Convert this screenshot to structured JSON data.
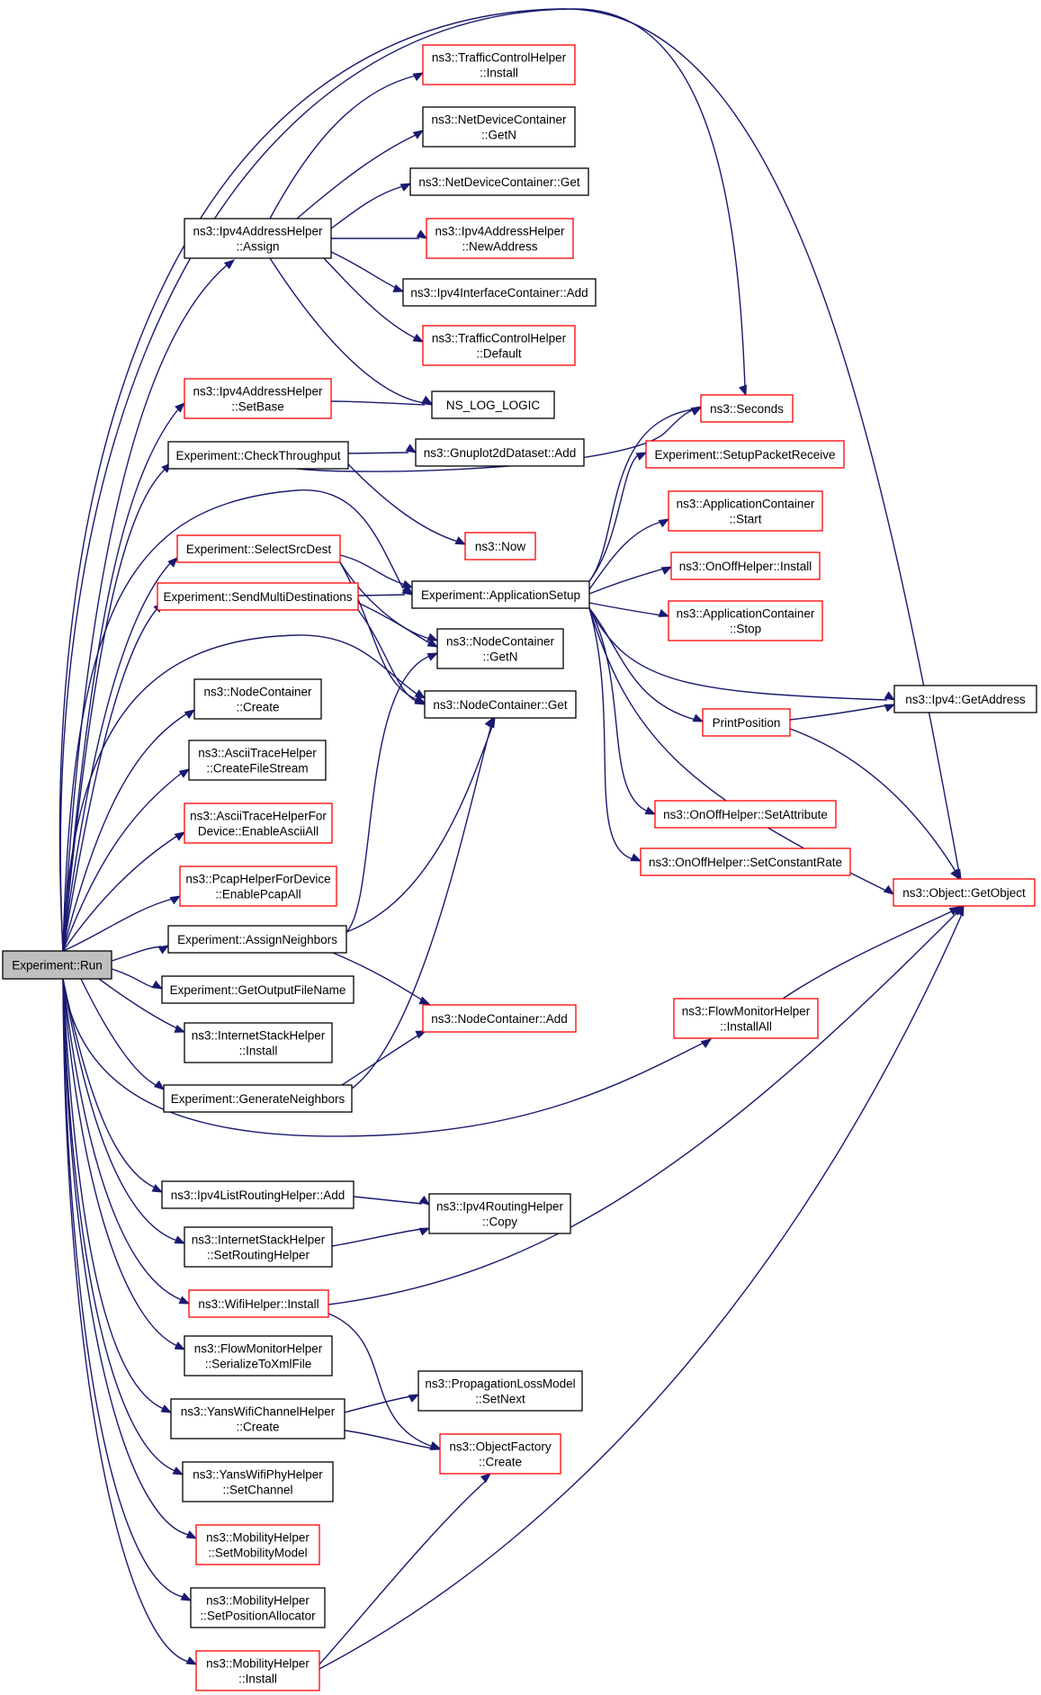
{
  "colors": {
    "edge": "#191970",
    "border_normal": "#000000",
    "border_truncated": "#ff0000",
    "root_fill": "#bfbfbf",
    "node_fill": "#ffffff"
  },
  "nodes": [
    {
      "id": "run",
      "lines": [
        "Experiment::Run"
      ],
      "style": "root"
    },
    {
      "id": "ipv4addr_assign",
      "lines": [
        "ns3::Ipv4AddressHelper",
        "::Assign"
      ],
      "style": "normal"
    },
    {
      "id": "ipv4addr_setbase",
      "lines": [
        "ns3::Ipv4AddressHelper",
        "::SetBase"
      ],
      "style": "truncated"
    },
    {
      "id": "checkthroughput",
      "lines": [
        "Experiment::CheckThroughput"
      ],
      "style": "normal"
    },
    {
      "id": "selectsrcdest",
      "lines": [
        "Experiment::SelectSrcDest"
      ],
      "style": "truncated"
    },
    {
      "id": "sendmulti",
      "lines": [
        "Experiment::SendMultiDestinations"
      ],
      "style": "truncated"
    },
    {
      "id": "nc_create",
      "lines": [
        "ns3::NodeContainer",
        "::Create"
      ],
      "style": "normal"
    },
    {
      "id": "ascii_createfile",
      "lines": [
        "ns3::AsciiTraceHelper",
        "::CreateFileStream"
      ],
      "style": "normal"
    },
    {
      "id": "ascii_enableall",
      "lines": [
        "ns3::AsciiTraceHelperFor",
        "Device::EnableAsciiAll"
      ],
      "style": "truncated"
    },
    {
      "id": "pcap_enableall",
      "lines": [
        "ns3::PcapHelperForDevice",
        "::EnablePcapAll"
      ],
      "style": "truncated"
    },
    {
      "id": "assignneighbors",
      "lines": [
        "Experiment::AssignNeighbors"
      ],
      "style": "normal"
    },
    {
      "id": "getoutputfilename",
      "lines": [
        "Experiment::GetOutputFileName"
      ],
      "style": "normal"
    },
    {
      "id": "internetstack_install",
      "lines": [
        "ns3::InternetStackHelper",
        "::Install"
      ],
      "style": "normal"
    },
    {
      "id": "generateneighbors",
      "lines": [
        "Experiment::GenerateNeighbors"
      ],
      "style": "normal"
    },
    {
      "id": "ipv4list_add",
      "lines": [
        "ns3::Ipv4ListRoutingHelper::Add"
      ],
      "style": "normal"
    },
    {
      "id": "internetstack_setrouting",
      "lines": [
        "ns3::InternetStackHelper",
        "::SetRoutingHelper"
      ],
      "style": "normal"
    },
    {
      "id": "wifi_install",
      "lines": [
        "ns3::WifiHelper::Install"
      ],
      "style": "truncated"
    },
    {
      "id": "flowmon_serialize",
      "lines": [
        "ns3::FlowMonitorHelper",
        "::SerializeToXmlFile"
      ],
      "style": "normal"
    },
    {
      "id": "yanschannel_create",
      "lines": [
        "ns3::YansWifiChannelHelper",
        "::Create"
      ],
      "style": "normal"
    },
    {
      "id": "yansphy_setchannel",
      "lines": [
        "ns3::YansWifiPhyHelper",
        "::SetChannel"
      ],
      "style": "normal"
    },
    {
      "id": "mobility_setmodel",
      "lines": [
        "ns3::MobilityHelper",
        "::SetMobilityModel"
      ],
      "style": "truncated"
    },
    {
      "id": "mobility_setalloc",
      "lines": [
        "ns3::MobilityHelper",
        "::SetPositionAllocator"
      ],
      "style": "normal"
    },
    {
      "id": "mobility_install",
      "lines": [
        "ns3::MobilityHelper",
        "::Install"
      ],
      "style": "truncated"
    },
    {
      "id": "tch_install",
      "lines": [
        "ns3::TrafficControlHelper",
        "::Install"
      ],
      "style": "truncated"
    },
    {
      "id": "ndc_getn",
      "lines": [
        "ns3::NetDeviceContainer",
        "::GetN"
      ],
      "style": "normal"
    },
    {
      "id": "ndc_get",
      "lines": [
        "ns3::NetDeviceContainer::Get"
      ],
      "style": "normal"
    },
    {
      "id": "ipv4addr_newaddress",
      "lines": [
        "ns3::Ipv4AddressHelper",
        "::NewAddress"
      ],
      "style": "truncated"
    },
    {
      "id": "ipv4ic_add",
      "lines": [
        "ns3::Ipv4InterfaceContainer::Add"
      ],
      "style": "normal"
    },
    {
      "id": "tch_default",
      "lines": [
        "ns3::TrafficControlHelper",
        "::Default"
      ],
      "style": "truncated"
    },
    {
      "id": "ns_log_logic",
      "lines": [
        "NS_LOG_LOGIC"
      ],
      "style": "normal"
    },
    {
      "id": "gnuplot_add",
      "lines": [
        "ns3::Gnuplot2dDataset::Add"
      ],
      "style": "normal"
    },
    {
      "id": "now",
      "lines": [
        "ns3::Now"
      ],
      "style": "truncated"
    },
    {
      "id": "appsetup",
      "lines": [
        "Experiment::ApplicationSetup"
      ],
      "style": "normal"
    },
    {
      "id": "nc_getn",
      "lines": [
        "ns3::NodeContainer",
        "::GetN"
      ],
      "style": "normal"
    },
    {
      "id": "nc_get",
      "lines": [
        "ns3::NodeContainer::Get"
      ],
      "style": "normal"
    },
    {
      "id": "nc_add",
      "lines": [
        "ns3::NodeContainer::Add"
      ],
      "style": "truncated"
    },
    {
      "id": "ipv4rh_copy",
      "lines": [
        "ns3::Ipv4RoutingHelper",
        "::Copy"
      ],
      "style": "normal"
    },
    {
      "id": "plm_setnext",
      "lines": [
        "ns3::PropagationLossModel",
        "::SetNext"
      ],
      "style": "normal"
    },
    {
      "id": "objfactory_create",
      "lines": [
        "ns3::ObjectFactory",
        "::Create"
      ],
      "style": "truncated"
    },
    {
      "id": "seconds",
      "lines": [
        "ns3::Seconds"
      ],
      "style": "truncated"
    },
    {
      "id": "setuppacketreceive",
      "lines": [
        "Experiment::SetupPacketReceive"
      ],
      "style": "truncated"
    },
    {
      "id": "appcontainer_start",
      "lines": [
        "ns3::ApplicationContainer",
        "::Start"
      ],
      "style": "truncated"
    },
    {
      "id": "onoff_install",
      "lines": [
        "ns3::OnOffHelper::Install"
      ],
      "style": "truncated"
    },
    {
      "id": "appcontainer_stop",
      "lines": [
        "ns3::ApplicationContainer",
        "::Stop"
      ],
      "style": "truncated"
    },
    {
      "id": "printposition",
      "lines": [
        "PrintPosition"
      ],
      "style": "truncated"
    },
    {
      "id": "onoff_setattribute",
      "lines": [
        "ns3::OnOffHelper::SetAttribute"
      ],
      "style": "truncated"
    },
    {
      "id": "onoff_setconstantrate",
      "lines": [
        "ns3::OnOffHelper::SetConstantRate"
      ],
      "style": "truncated"
    },
    {
      "id": "flowmon_installall",
      "lines": [
        "ns3::FlowMonitorHelper",
        "::InstallAll"
      ],
      "style": "truncated"
    },
    {
      "id": "ipv4_getaddress",
      "lines": [
        "ns3::Ipv4::GetAddress"
      ],
      "style": "normal"
    },
    {
      "id": "object_getobject",
      "lines": [
        "ns3::Object::GetObject"
      ],
      "style": "truncated"
    }
  ],
  "edges": [
    [
      "run",
      "ipv4addr_assign"
    ],
    [
      "run",
      "ipv4addr_setbase"
    ],
    [
      "run",
      "checkthroughput"
    ],
    [
      "run",
      "selectsrcdest"
    ],
    [
      "run",
      "sendmulti"
    ],
    [
      "run",
      "nc_create"
    ],
    [
      "run",
      "ascii_createfile"
    ],
    [
      "run",
      "ascii_enableall"
    ],
    [
      "run",
      "pcap_enableall"
    ],
    [
      "run",
      "assignneighbors"
    ],
    [
      "run",
      "getoutputfilename"
    ],
    [
      "run",
      "internetstack_install"
    ],
    [
      "run",
      "generateneighbors"
    ],
    [
      "run",
      "ipv4list_add"
    ],
    [
      "run",
      "internetstack_setrouting"
    ],
    [
      "run",
      "wifi_install"
    ],
    [
      "run",
      "flowmon_serialize"
    ],
    [
      "run",
      "yanschannel_create"
    ],
    [
      "run",
      "yansphy_setchannel"
    ],
    [
      "run",
      "mobility_setmodel"
    ],
    [
      "run",
      "mobility_setalloc"
    ],
    [
      "run",
      "mobility_install"
    ],
    [
      "run",
      "seconds"
    ],
    [
      "run",
      "object_getobject"
    ],
    [
      "run",
      "appsetup"
    ],
    [
      "run",
      "nc_get"
    ],
    [
      "run",
      "flowmon_installall"
    ],
    [
      "ipv4addr_assign",
      "tch_install"
    ],
    [
      "ipv4addr_assign",
      "ndc_getn"
    ],
    [
      "ipv4addr_assign",
      "ndc_get"
    ],
    [
      "ipv4addr_assign",
      "ipv4addr_newaddress"
    ],
    [
      "ipv4addr_assign",
      "ipv4ic_add"
    ],
    [
      "ipv4addr_assign",
      "tch_default"
    ],
    [
      "ipv4addr_assign",
      "ns_log_logic"
    ],
    [
      "ipv4addr_setbase",
      "ns_log_logic"
    ],
    [
      "checkthroughput",
      "gnuplot_add"
    ],
    [
      "checkthroughput",
      "now"
    ],
    [
      "checkthroughput",
      "seconds"
    ],
    [
      "selectsrcdest",
      "appsetup"
    ],
    [
      "selectsrcdest",
      "nc_getn"
    ],
    [
      "selectsrcdest",
      "nc_get"
    ],
    [
      "sendmulti",
      "appsetup"
    ],
    [
      "sendmulti",
      "nc_getn"
    ],
    [
      "sendmulti",
      "nc_get"
    ],
    [
      "assignneighbors",
      "nc_getn"
    ],
    [
      "assignneighbors",
      "nc_get"
    ],
    [
      "assignneighbors",
      "nc_add"
    ],
    [
      "generateneighbors",
      "nc_add"
    ],
    [
      "generateneighbors",
      "nc_get"
    ],
    [
      "ipv4list_add",
      "ipv4rh_copy"
    ],
    [
      "internetstack_setrouting",
      "ipv4rh_copy"
    ],
    [
      "wifi_install",
      "objfactory_create"
    ],
    [
      "wifi_install",
      "object_getobject"
    ],
    [
      "yanschannel_create",
      "plm_setnext"
    ],
    [
      "yanschannel_create",
      "objfactory_create"
    ],
    [
      "mobility_install",
      "objfactory_create"
    ],
    [
      "mobility_install",
      "object_getobject"
    ],
    [
      "appsetup",
      "seconds"
    ],
    [
      "appsetup",
      "setuppacketreceive"
    ],
    [
      "appsetup",
      "appcontainer_start"
    ],
    [
      "appsetup",
      "onoff_install"
    ],
    [
      "appsetup",
      "appcontainer_stop"
    ],
    [
      "appsetup",
      "ipv4_getaddress"
    ],
    [
      "appsetup",
      "printposition"
    ],
    [
      "appsetup",
      "object_getobject"
    ],
    [
      "appsetup",
      "onoff_setattribute"
    ],
    [
      "appsetup",
      "onoff_setconstantrate"
    ],
    [
      "printposition",
      "ipv4_getaddress"
    ],
    [
      "printposition",
      "object_getobject"
    ],
    [
      "flowmon_installall",
      "object_getobject"
    ]
  ]
}
